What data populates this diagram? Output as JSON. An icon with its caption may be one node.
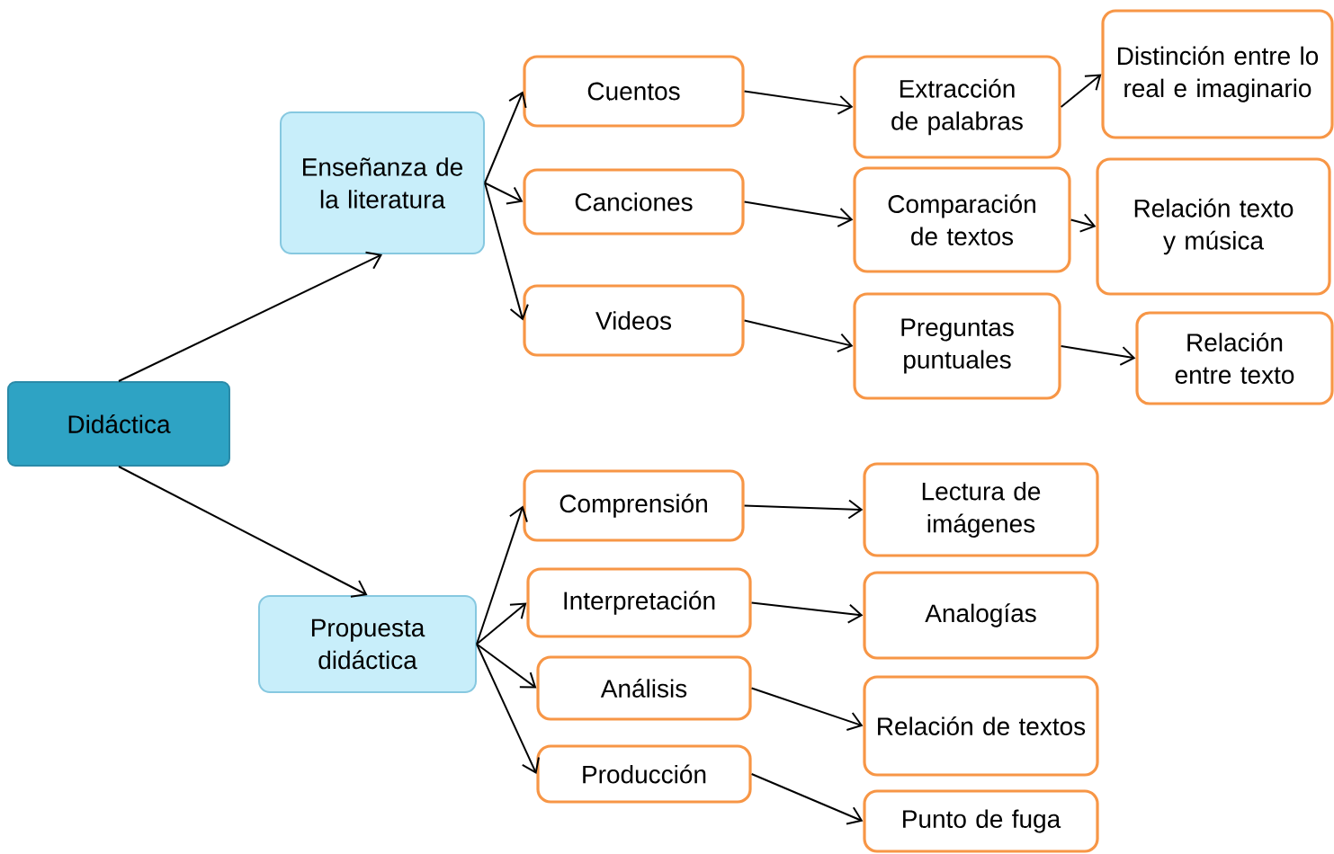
{
  "diagram": {
    "nodes": [
      {
        "text": [
          "Didáctica"
        ]
      },
      {
        "text": [
          "Enseñanza de la literatura"
        ]
      },
      {
        "text": [
          "Propuesta didáctica"
        ]
      },
      {
        "text": [
          "Cuentos"
        ]
      },
      {
        "text": [
          "Canciones"
        ]
      },
      {
        "text": [
          "Videos"
        ]
      },
      {
        "text": [
          "Extracción de palabras"
        ]
      },
      {
        "text": [
          "Distinción entre lo real e imaginario"
        ]
      },
      {
        "text": [
          "Comparación de textos"
        ]
      },
      {
        "text": [
          "Relación texto y música"
        ]
      },
      {
        "text": [
          "Preguntas puntuales"
        ]
      },
      {
        "text": [
          "Relación entre texto"
        ]
      },
      {
        "text": [
          "Comprensión"
        ]
      },
      {
        "text": [
          "Interpretación"
        ]
      },
      {
        "text": [
          "Análisis"
        ]
      },
      {
        "text": [
          "Producción"
        ]
      },
      {
        "text": [
          "Lectura de imágenes"
        ]
      },
      {
        "text": [
          "Analogías"
        ]
      },
      {
        "text": [
          "Relación de textos"
        ]
      },
      {
        "text": [
          "Punto de fuga"
        ]
      }
    ],
    "edges": [
      {
        "from": 0,
        "to": 1,
        "arrow": "to"
      },
      {
        "from": 0,
        "to": 2,
        "arrow": "to"
      },
      {
        "from": 1,
        "to": 3,
        "arrow": "to"
      },
      {
        "from": 1,
        "to": 4,
        "arrow": "to"
      },
      {
        "from": 1,
        "to": 5,
        "arrow": "to"
      },
      {
        "from": 3,
        "to": 6,
        "arrow": "to"
      },
      {
        "from": 6,
        "to": 7,
        "arrow": "to"
      },
      {
        "from": 4,
        "to": 8,
        "arrow": "to"
      },
      {
        "from": 8,
        "to": 9,
        "arrow": "to"
      },
      {
        "from": 5,
        "to": 10,
        "arrow": "to"
      },
      {
        "from": 10,
        "to": 11,
        "arrow": "to"
      },
      {
        "from": 2,
        "to": 12,
        "arrow": "to"
      },
      {
        "from": 2,
        "to": 13,
        "arrow": "to"
      },
      {
        "from": 2,
        "to": 14,
        "arrow": "to"
      },
      {
        "from": 2,
        "to": 15,
        "arrow": "to"
      },
      {
        "from": 12,
        "to": 16,
        "arrow": "to"
      },
      {
        "from": 13,
        "to": 17,
        "arrow": "to"
      },
      {
        "from": 14,
        "to": 18,
        "arrow": "to"
      },
      {
        "from": 15,
        "to": 19,
        "arrow": "to"
      }
    ]
  }
}
